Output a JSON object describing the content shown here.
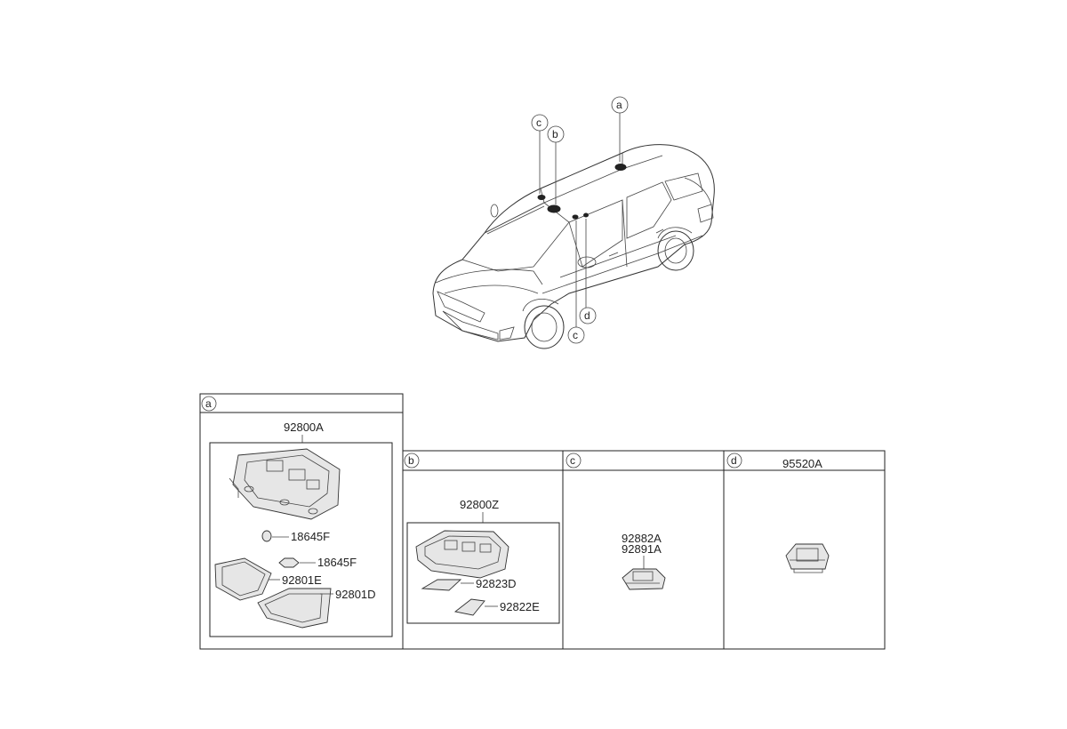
{
  "callouts": {
    "a": "a",
    "b": "b",
    "c": "c",
    "d": "d"
  },
  "panels": {
    "a": {
      "header": "a",
      "assembly": "92800A",
      "parts": [
        "18645F",
        "18645F",
        "92801E",
        "92801D"
      ]
    },
    "b": {
      "header": "b",
      "assembly": "92800Z",
      "parts": [
        "92823D",
        "92822E"
      ]
    },
    "c": {
      "header": "c",
      "parts": [
        "92882A",
        "92891A"
      ]
    },
    "d": {
      "header": "d",
      "title": "95520A"
    }
  }
}
